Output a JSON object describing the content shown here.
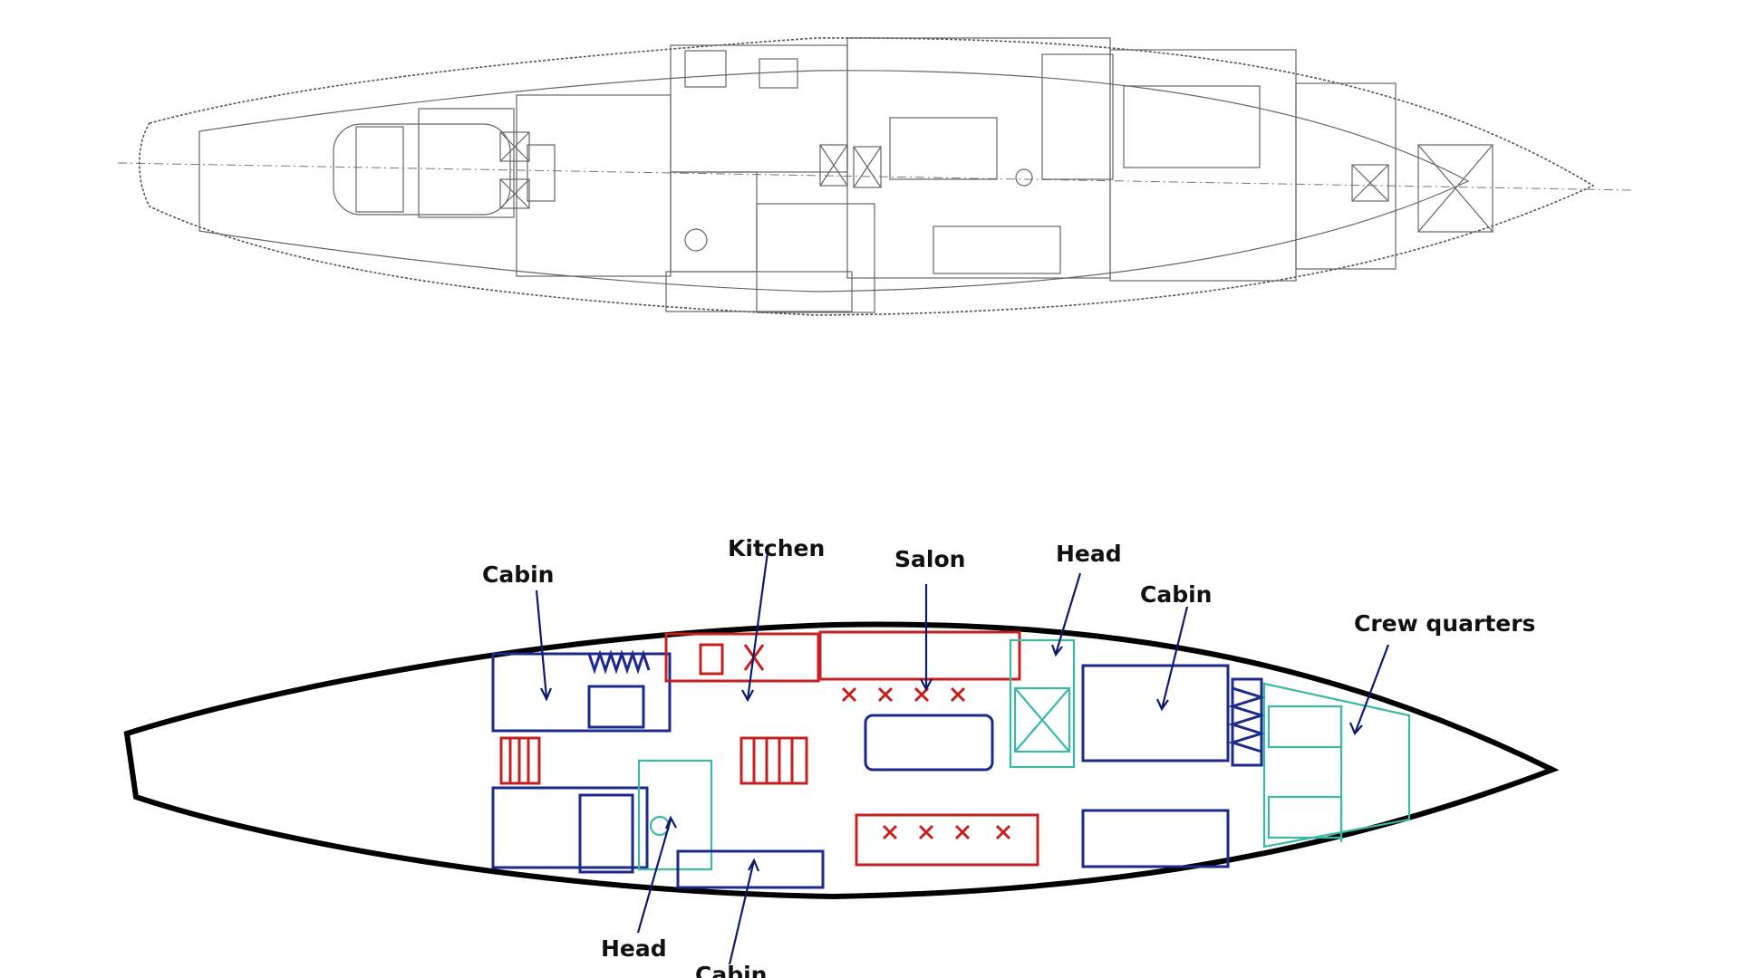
{
  "colors": {
    "plan_line": "#555555",
    "hull": "#000000",
    "cabin_blue": "#1c2a8c",
    "salon_red": "#c42020",
    "crew_teal": "#3cb8a6",
    "label_text": "#111111"
  },
  "labels": {
    "cabin_aft_port": "Cabin",
    "kitchen": "Kitchen",
    "salon": "Salon",
    "head_fwd": "Head",
    "cabin_fwd": "Cabin",
    "crew_quarters": "Crew quarters",
    "head_aft": "Head",
    "cabin_aft_stbd": "Cabin"
  }
}
